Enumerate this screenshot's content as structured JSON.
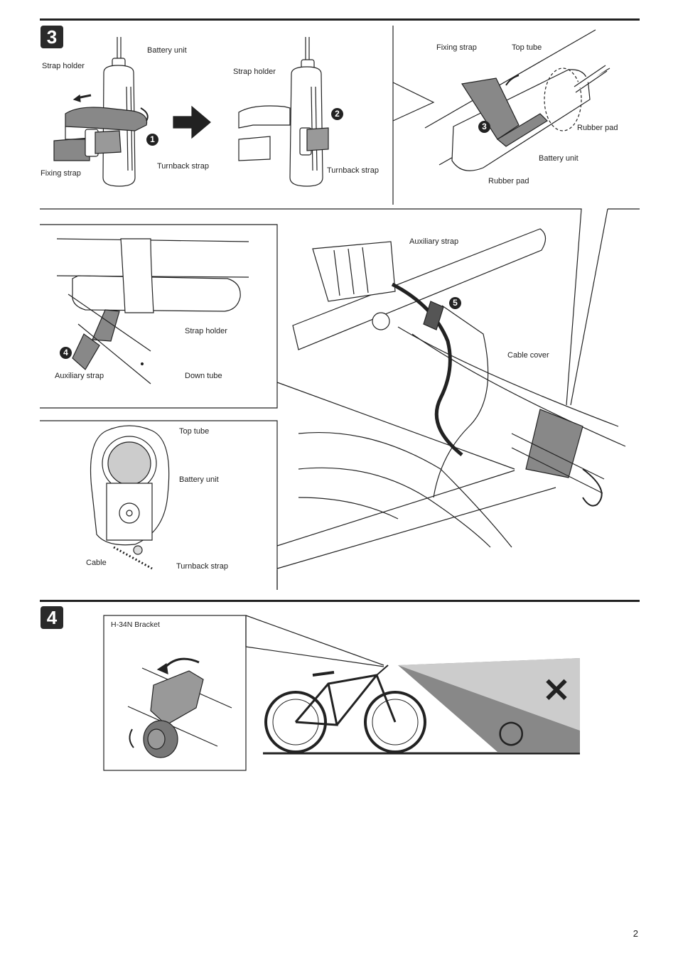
{
  "steps": {
    "three": "3",
    "four": "4"
  },
  "labels": {
    "battery_unit": "Battery unit",
    "strap_holder": "Strap holder",
    "fixing_strap": "Fixing strap",
    "turnback_strap": "Turnback strap",
    "top_tube": "Top tube",
    "rubber_pad": "Rubber pad",
    "auxiliary_strap": "Auxiliary strap",
    "down_tube": "Down tube",
    "cable_cover": "Cable cover",
    "cable": "Cable",
    "bracket": "H-34N Bracket"
  },
  "callouts": {
    "c1": "1",
    "c2": "2",
    "c3": "3",
    "c4": "4",
    "c5": "5"
  },
  "marks": {
    "wrong": "×",
    "right": "○"
  },
  "page_number": "2"
}
